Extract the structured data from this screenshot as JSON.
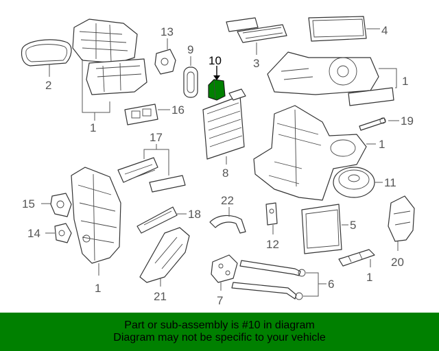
{
  "callouts": {
    "c1": "1",
    "c2": "2",
    "c3": "3",
    "c4": "4",
    "c5": "5",
    "c6": "6",
    "c7": "7",
    "c8": "8",
    "c9": "9",
    "c10": "10",
    "c11": "11",
    "c12": "12",
    "c13": "13",
    "c14": "14",
    "c15": "15",
    "c16": "16",
    "c17": "17",
    "c18": "18",
    "c19": "19",
    "c20": "20",
    "c21": "21",
    "c22": "22"
  },
  "highlight_part": "10",
  "colors": {
    "banner_bg": "#008000",
    "highlight_fill": "#008000"
  },
  "banner": {
    "line1": "Part or sub-assembly is #10 in diagram",
    "line2": "Diagram may not be specific to your vehicle"
  }
}
